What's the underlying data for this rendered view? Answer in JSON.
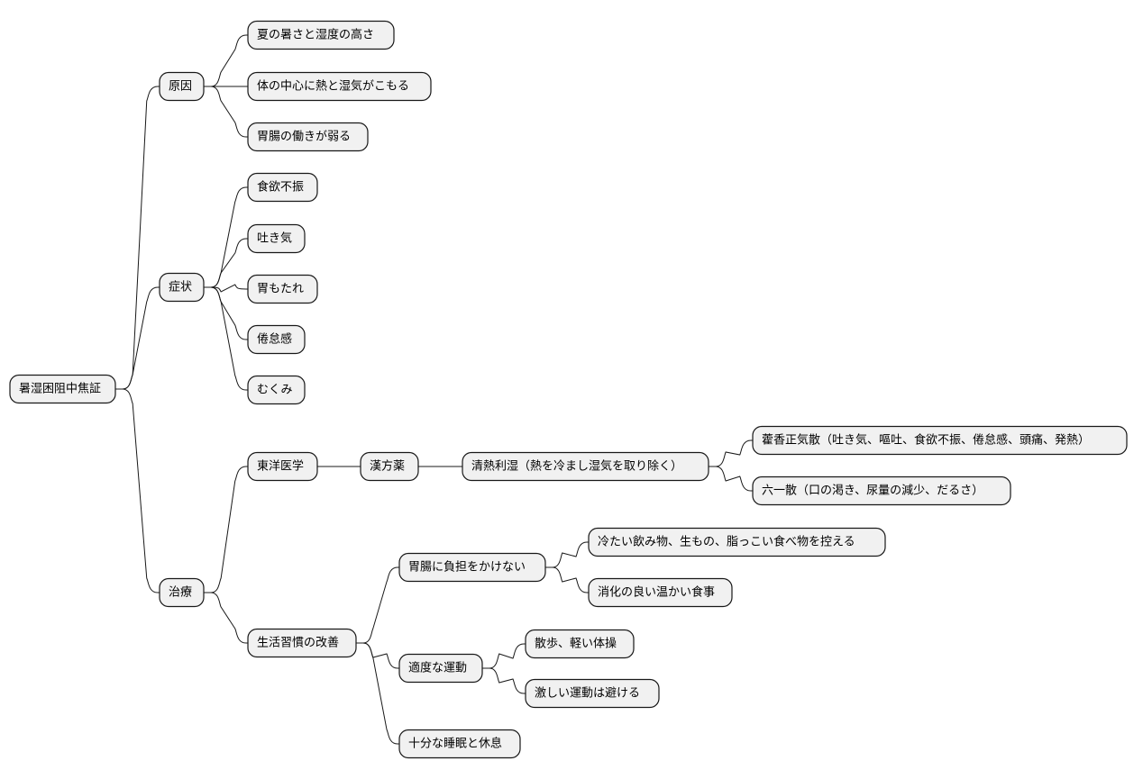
{
  "mindmap": {
    "root": {
      "label": "暑湿困阻中焦証",
      "children": [
        {
          "label": "原因",
          "children": [
            {
              "label": "夏の暑さと湿度の高さ"
            },
            {
              "label": "体の中心に熱と湿気がこもる"
            },
            {
              "label": "胃腸の働きが弱る"
            }
          ]
        },
        {
          "label": "症状",
          "children": [
            {
              "label": "食欲不振"
            },
            {
              "label": "吐き気"
            },
            {
              "label": "胃もたれ"
            },
            {
              "label": "倦怠感"
            },
            {
              "label": "むくみ"
            }
          ]
        },
        {
          "label": "治療",
          "children": [
            {
              "label": "東洋医学",
              "children": [
                {
                  "label": "漢方薬",
                  "children": [
                    {
                      "label": "清熱利湿（熱を冷まし湿気を取り除く）",
                      "children": [
                        {
                          "label": "藿香正気散（吐き気、嘔吐、食欲不振、倦怠感、頭痛、発熱）"
                        },
                        {
                          "label": "六一散（口の渇き、尿量の減少、だるさ）"
                        }
                      ]
                    }
                  ]
                }
              ]
            },
            {
              "label": "生活習慣の改善",
              "children": [
                {
                  "label": "胃腸に負担をかけない",
                  "children": [
                    {
                      "label": "冷たい飲み物、生もの、脂っこい食べ物を控える"
                    },
                    {
                      "label": "消化の良い温かい食事"
                    }
                  ]
                },
                {
                  "label": "適度な運動",
                  "children": [
                    {
                      "label": "散歩、軽い体操"
                    },
                    {
                      "label": "激しい運動は避ける"
                    }
                  ]
                },
                {
                  "label": "十分な睡眠と休息"
                }
              ]
            }
          ]
        }
      ]
    }
  }
}
